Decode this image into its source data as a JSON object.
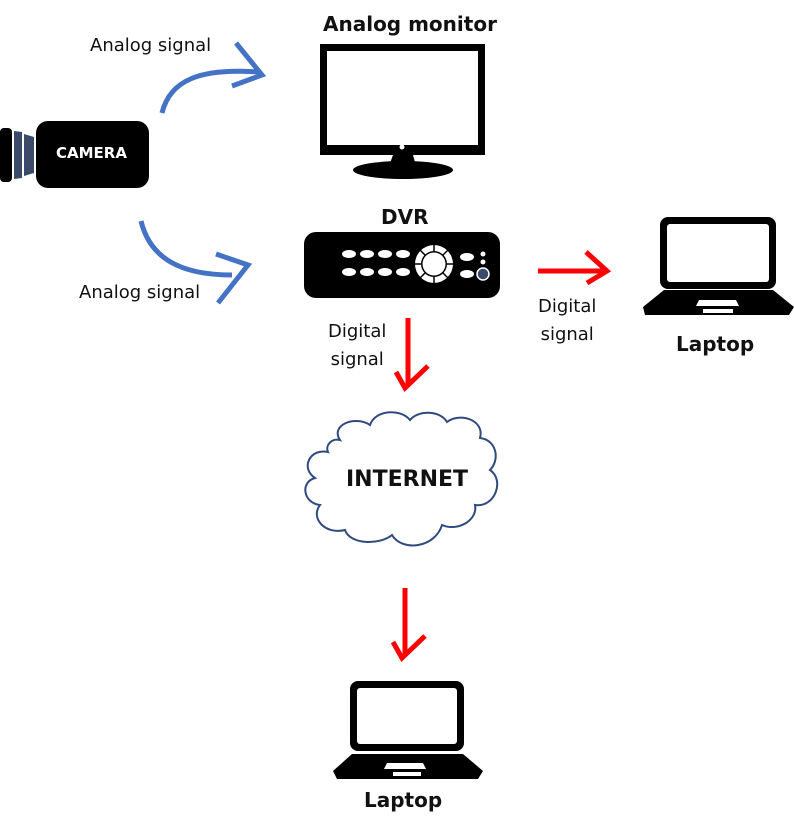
{
  "diagram": {
    "title_nodes": {
      "camera": {
        "label": "CAMERA"
      },
      "monitor": {
        "label": "Analog monitor"
      },
      "dvr": {
        "label": "DVR"
      },
      "laptop_right": {
        "label": "Laptop"
      },
      "internet": {
        "label": "INTERNET"
      },
      "laptop_bottom": {
        "label": "Laptop"
      }
    },
    "edges": [
      {
        "from": "camera",
        "to": "monitor",
        "label": "Analog signal",
        "color": "#4472C4"
      },
      {
        "from": "camera",
        "to": "dvr",
        "label": "Analog signal",
        "color": "#4472C4"
      },
      {
        "from": "dvr",
        "to": "laptop_right",
        "label_line1": "Digital",
        "label_line2": "signal",
        "color": "#FF0000"
      },
      {
        "from": "dvr",
        "to": "internet",
        "label_line1": "Digital",
        "label_line2": "signal",
        "color": "#FF0000"
      },
      {
        "from": "internet",
        "to": "laptop_bottom",
        "label": "",
        "color": "#FF0000"
      }
    ],
    "colors": {
      "analog_arrow": "#4472C4",
      "digital_arrow": "#FF0000",
      "device_fill": "#000000",
      "lens_fill": "#3B4A6B",
      "cloud_stroke": "#2F4A7F",
      "dvr_power_button": "#3B4A6B"
    }
  }
}
